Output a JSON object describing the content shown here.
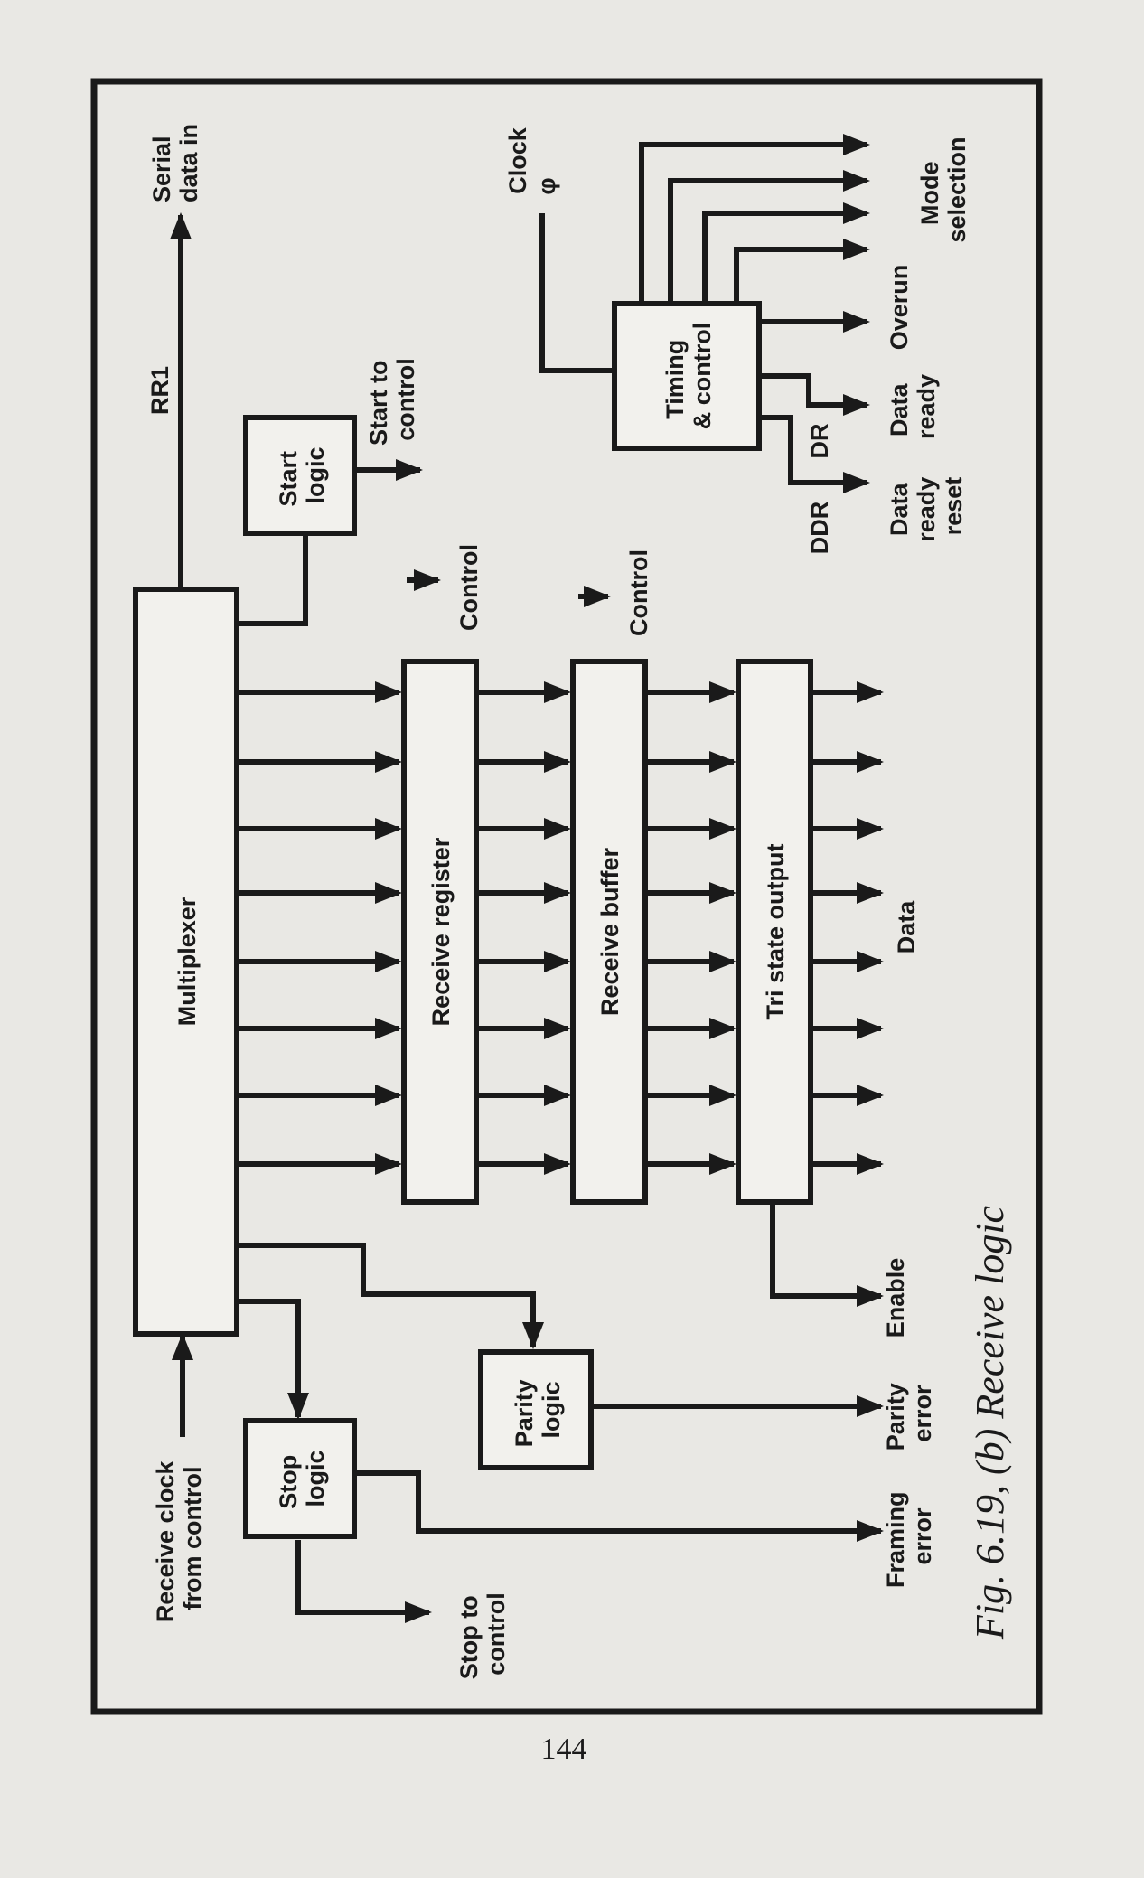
{
  "blocks": {
    "multiplexer": "Multiplexer",
    "start_logic": [
      "Start",
      "logic"
    ],
    "receive_register": "Receive register",
    "receive_buffer": "Receive buffer",
    "tri_state_output": "Tri state output",
    "parity_logic": [
      "Parity",
      "logic"
    ],
    "stop_logic": [
      "Stop",
      "logic"
    ],
    "timing_control": [
      "Timing",
      "& control"
    ]
  },
  "signals": {
    "serial_data_in": [
      "Serial",
      "data in"
    ],
    "rr1": "RR1",
    "start_to_control": [
      "Start to",
      "control"
    ],
    "control_register": "Control",
    "control_buffer": "Control",
    "clock": "Clock",
    "phi": "φ",
    "receive_clock": [
      "Receive clock",
      "from control"
    ],
    "stop_to_control": [
      "Stop to",
      "control"
    ],
    "data": "Data",
    "enable": "Enable",
    "parity_error": [
      "Parity",
      "error"
    ],
    "framing_error": [
      "Framing",
      "error"
    ],
    "overun": "Overun",
    "data_ready": [
      "Data",
      "ready"
    ],
    "dr": "DR",
    "ddr": "DDR",
    "data_ready_reset": [
      "Data",
      "ready",
      "reset"
    ],
    "mode_selection": [
      "Mode",
      "selection"
    ]
  },
  "caption": "Fig. 6.19, (b) Receive logic",
  "page_number": "144"
}
